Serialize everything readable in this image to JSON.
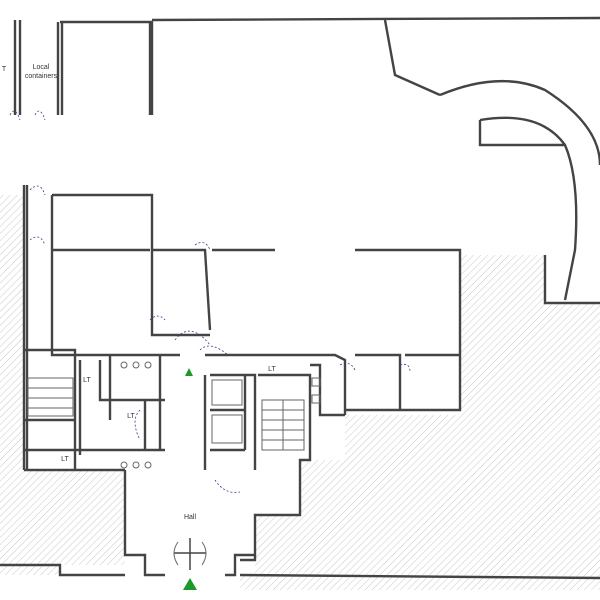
{
  "plan": {
    "rooms": [
      {
        "id": "lt-top-left-partial",
        "label": "T"
      },
      {
        "id": "local-containers",
        "label": "Local containers"
      },
      {
        "id": "lt-left",
        "label": "LT"
      },
      {
        "id": "lt-center",
        "label": "LT"
      },
      {
        "id": "lt-bottom-left",
        "label": "LT"
      },
      {
        "id": "lt-right",
        "label": "LT"
      },
      {
        "id": "hall",
        "label": "Hall"
      }
    ],
    "colors": {
      "wall": "#444444",
      "hatch": "#c8c8c8",
      "exit_marker": "#1a9a2a",
      "door_swing": "#3a3a90"
    }
  }
}
